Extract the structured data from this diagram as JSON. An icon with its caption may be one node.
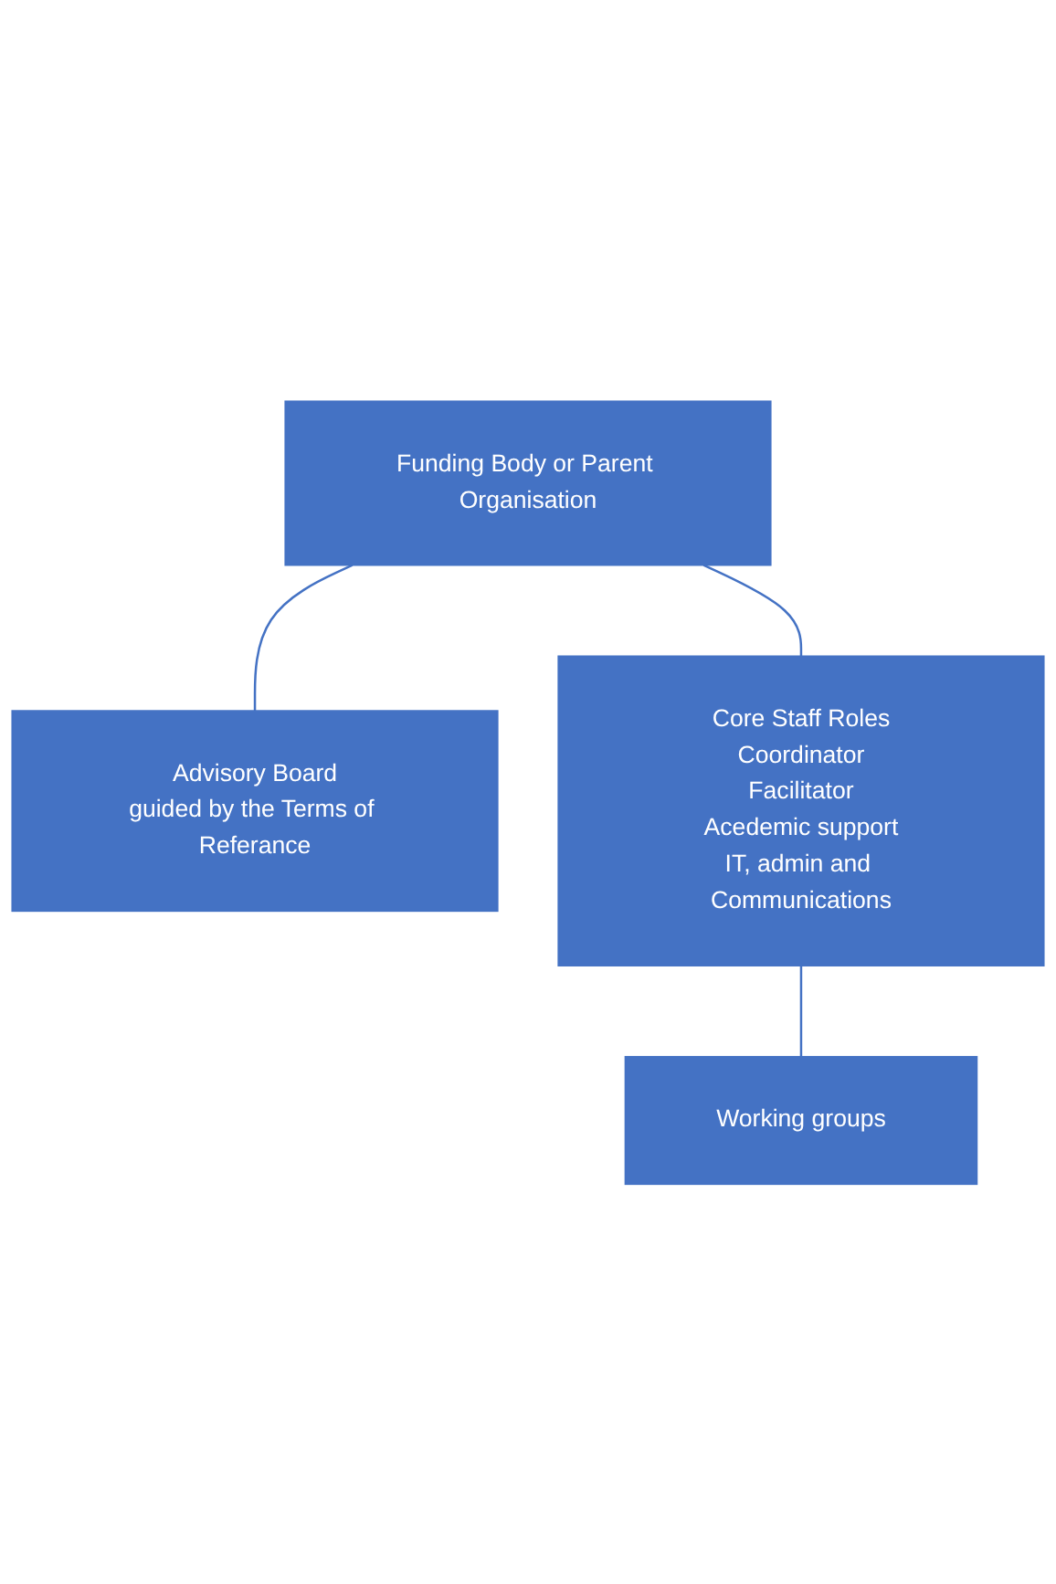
{
  "diagram": {
    "nodes": [
      {
        "text": [
          "Funding Body or Parent Organisation"
        ]
      },
      {
        "text": [
          "Advisory Board",
          "guided by the Terms of Referance"
        ]
      },
      {
        "text": [
          "Core Staff Roles",
          "Coordinator",
          "Facilitator",
          "Acedemic support",
          "IT, admin and Communications"
        ]
      },
      {
        "text": [
          "Working groups"
        ]
      }
    ],
    "edges": [
      {
        "from": 0,
        "to": 1,
        "arrow": "none"
      },
      {
        "from": 0,
        "to": 2,
        "arrow": "none"
      },
      {
        "from": 2,
        "to": 3,
        "arrow": "none"
      }
    ]
  }
}
